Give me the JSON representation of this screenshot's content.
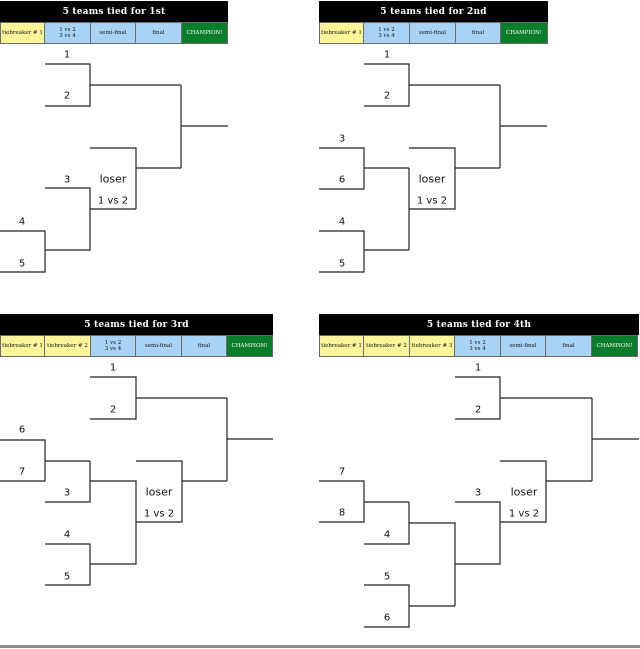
{
  "colors": {
    "title_bg": "#000000",
    "tiebreaker": "#fdf59a",
    "round": "#a9d3f5",
    "champion": "#0a7d2a",
    "line": "#222222"
  },
  "panels": [
    {
      "title": "5 teams tied for 1st",
      "headers": [
        {
          "label": "tiebreaker # 1",
          "kind": "tiebreaker"
        },
        {
          "label": "1 vs 2\n3 vs 4",
          "kind": "round"
        },
        {
          "label": "semi-final",
          "kind": "round"
        },
        {
          "label": "final",
          "kind": "round"
        },
        {
          "label": "CHAMPION!",
          "kind": "champion"
        }
      ],
      "labels": [
        "1",
        "2",
        "3",
        "loser",
        "1 vs 2",
        "4",
        "5"
      ]
    },
    {
      "title": "5 teams tied for 2nd",
      "headers": [
        {
          "label": "tiebreaker # 1",
          "kind": "tiebreaker"
        },
        {
          "label": "1 vs 2\n3 vs 4",
          "kind": "round"
        },
        {
          "label": "semi-final",
          "kind": "round"
        },
        {
          "label": "final",
          "kind": "round"
        },
        {
          "label": "CHAMPION!",
          "kind": "champion"
        }
      ],
      "labels": [
        "1",
        "2",
        "3",
        "6",
        "loser",
        "1 vs 2",
        "4",
        "5"
      ]
    },
    {
      "title": "5 teams tied for 3rd",
      "headers": [
        {
          "label": "tiebreaker # 1",
          "kind": "tiebreaker"
        },
        {
          "label": "tiebreaker # 2",
          "kind": "tiebreaker"
        },
        {
          "label": "1 vs 2\n3 vs 4",
          "kind": "round"
        },
        {
          "label": "semi-final",
          "kind": "round"
        },
        {
          "label": "final",
          "kind": "round"
        },
        {
          "label": "CHAMPION!",
          "kind": "champion"
        }
      ],
      "labels": [
        "1",
        "2",
        "6",
        "7",
        "3",
        "loser",
        "1 vs 2",
        "4",
        "5"
      ]
    },
    {
      "title": "5 teams tied for 4th",
      "headers": [
        {
          "label": "tiebreaker # 1",
          "kind": "tiebreaker"
        },
        {
          "label": "tiebreaker # 2",
          "kind": "tiebreaker"
        },
        {
          "label": "tiebreaker # 3",
          "kind": "tiebreaker"
        },
        {
          "label": "1 vs 2\n3 vs 4",
          "kind": "round"
        },
        {
          "label": "semi-final",
          "kind": "round"
        },
        {
          "label": "final",
          "kind": "round"
        },
        {
          "label": "CHAMPION!",
          "kind": "champion"
        }
      ],
      "labels": [
        "1",
        "2",
        "7",
        "8",
        "3",
        "loser",
        "1 vs 2",
        "4",
        "5",
        "6"
      ]
    }
  ]
}
